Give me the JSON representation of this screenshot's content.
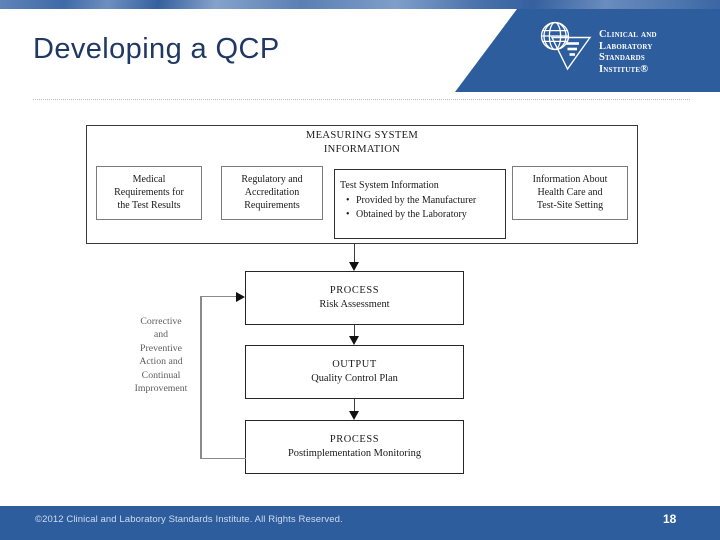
{
  "slide": {
    "title": "Developing a QCP",
    "page_number": "18",
    "copyright": "©2012 Clinical and Laboratory Standards Institute. All Rights Reserved.",
    "accent_color": "#2e5d9e",
    "title_color": "#1f3864"
  },
  "logo": {
    "icon": "clsi-globe-funnel-logo",
    "lines": [
      "Clinical and",
      "Laboratory",
      "Standards",
      "Institute®"
    ]
  },
  "diagram": {
    "measuring_system": {
      "heading_line1": "MEASURING SYSTEM",
      "heading_line2": "INFORMATION",
      "boxes": [
        {
          "name": "medical-requirements",
          "lines": [
            "Medical",
            "Requirements for",
            "the Test Results"
          ]
        },
        {
          "name": "regulatory-accreditation",
          "lines": [
            "Regulatory and",
            "Accreditation",
            "Requirements"
          ]
        },
        {
          "name": "test-system-information",
          "title": "Test System Information",
          "bullets": [
            "Provided by the Manufacturer",
            "Obtained by the Laboratory"
          ]
        },
        {
          "name": "health-care-test-site",
          "lines": [
            "Information About",
            "Health Care and",
            "Test-Site Setting"
          ]
        }
      ]
    },
    "flow": [
      {
        "name": "risk-assessment",
        "kind": "PROCESS",
        "label": "Risk Assessment"
      },
      {
        "name": "quality-control-plan",
        "kind": "OUTPUT",
        "label": "Quality Control Plan"
      },
      {
        "name": "postimplementation-monitoring",
        "kind": "PROCESS",
        "label": "Postimplementation Monitoring"
      }
    ],
    "feedback_label": {
      "name": "corrective-preventive-action",
      "lines": [
        "Corrective",
        "and",
        "Preventive",
        "Action and",
        "Continual",
        "Improvement"
      ]
    }
  }
}
